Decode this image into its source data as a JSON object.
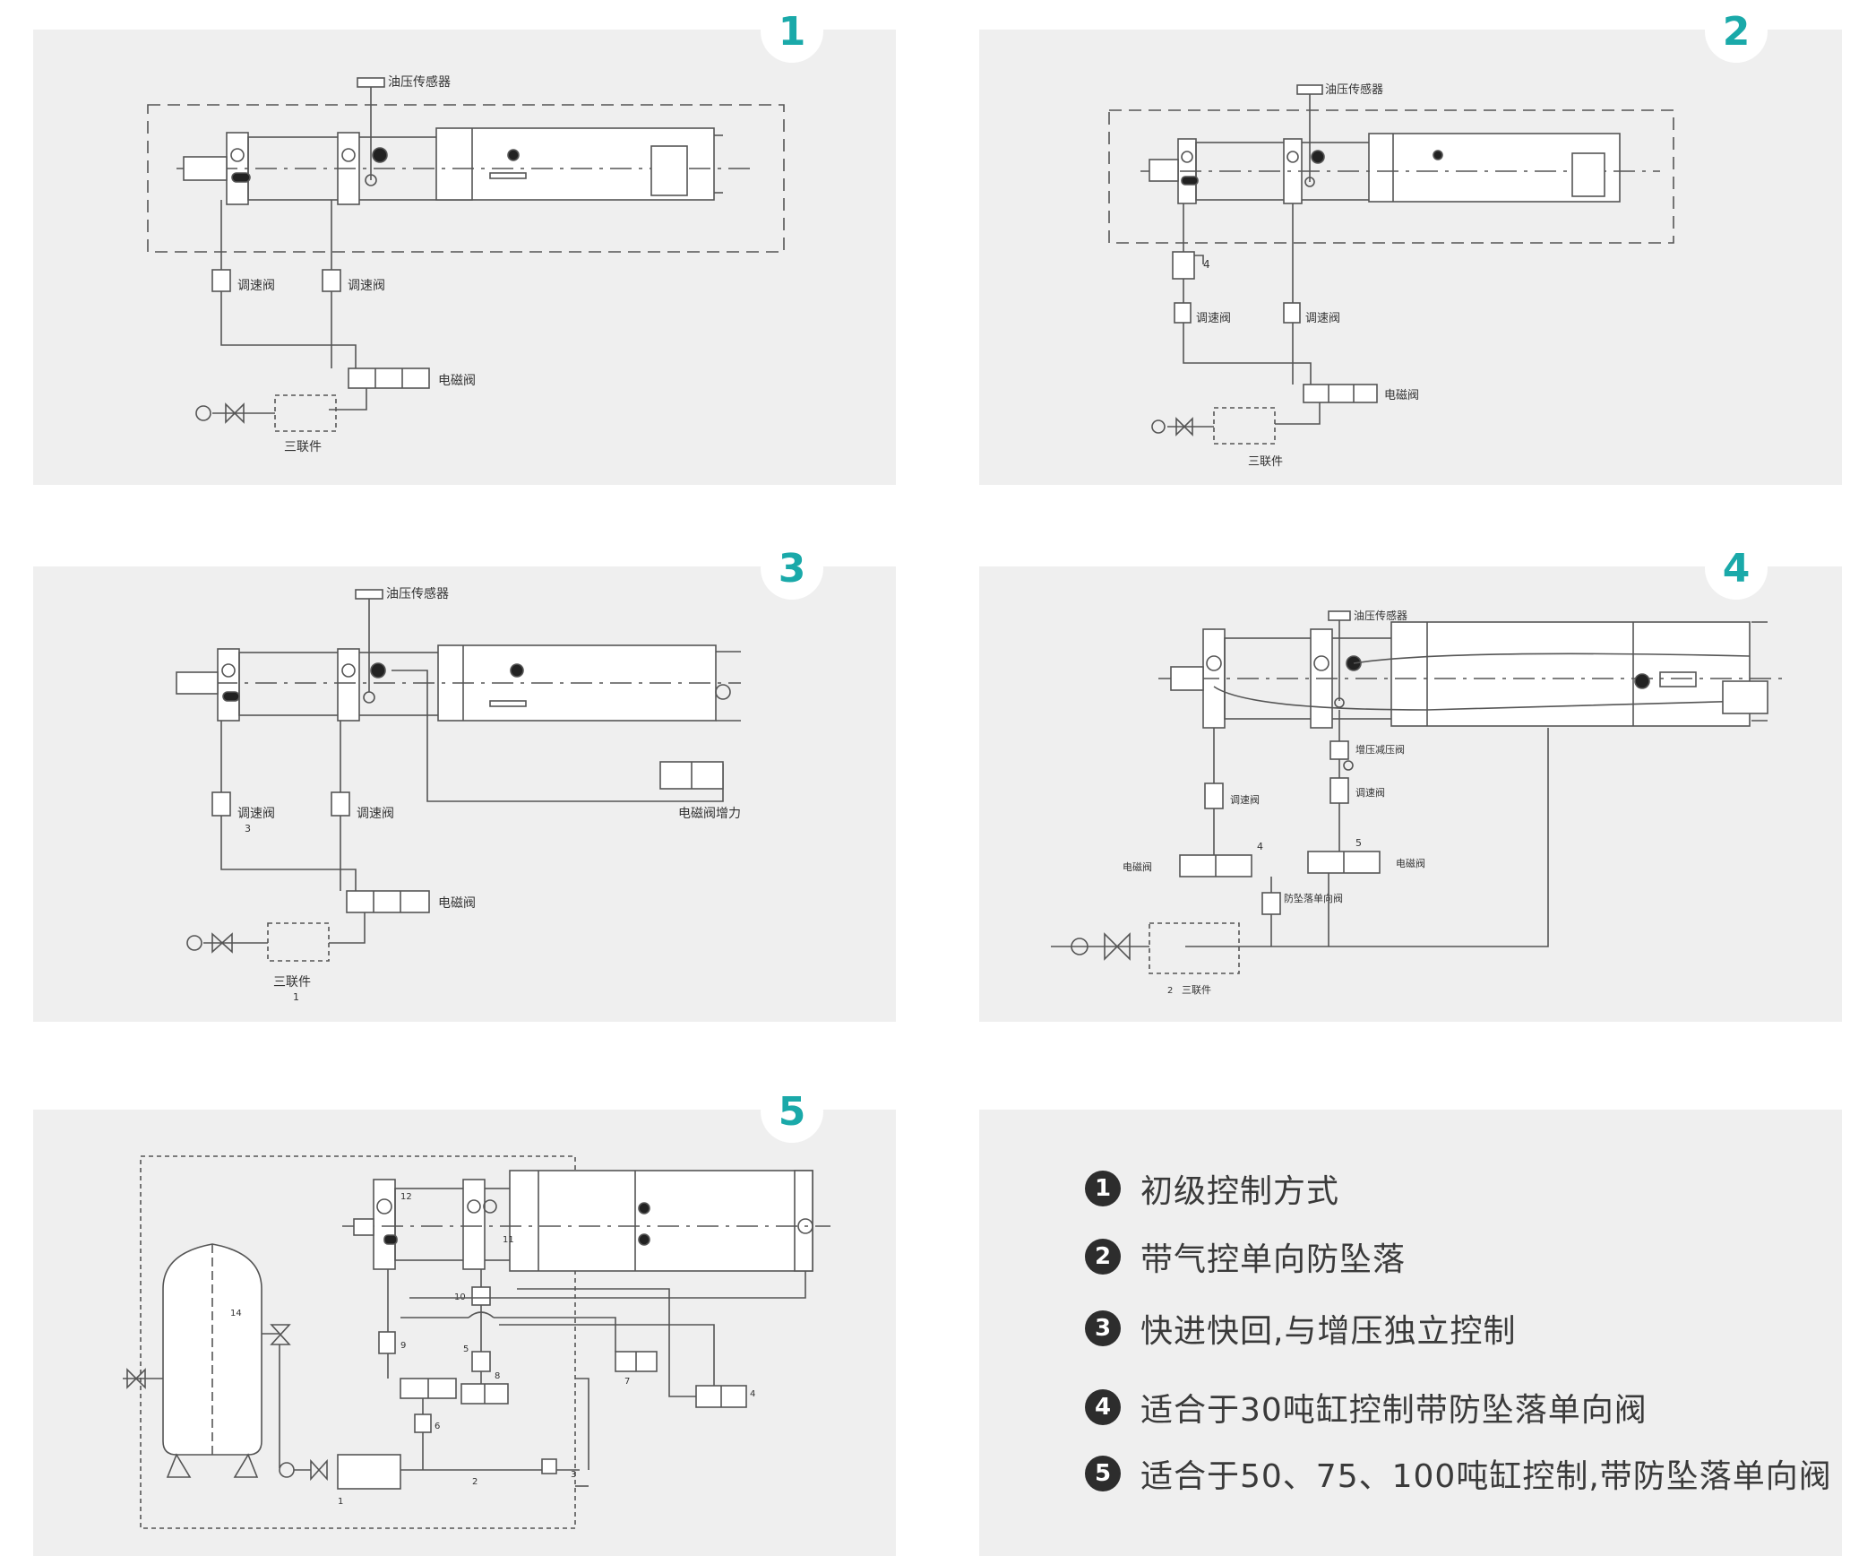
{
  "colors": {
    "panel": "#efefef",
    "accent": "#1aa9a9",
    "line": "#555555",
    "legend_dot": "#2d2d2d"
  },
  "panels": [
    {
      "number": "1",
      "labels": {
        "sensor": "油压传感器",
        "speed_a": "调速阀",
        "speed_b": "调速阀",
        "solenoid": "电磁阀",
        "frl": "三联件"
      }
    },
    {
      "number": "2",
      "labels": {
        "sensor": "油压传感器",
        "speed_a": "调速阀",
        "speed_b": "调速阀",
        "solenoid": "电磁阀",
        "frl": "三联件",
        "check": "4"
      }
    },
    {
      "number": "3",
      "labels": {
        "sensor": "油压传感器",
        "speed_a": "调速阀",
        "speed_b": "调速阀",
        "solenoid": "电磁阀",
        "frl": "三联件",
        "boost_solenoid": "电磁阀增力",
        "num_a": "3",
        "num_b": "1"
      }
    },
    {
      "number": "4",
      "labels": {
        "sensor": "油压传感器",
        "booster": "增压减压阀",
        "speed_a": "调速阀",
        "speed_b": "调速阀",
        "solenoid_a": "电磁阀",
        "solenoid_b": "电磁阀",
        "anti_drop": "防坠落单向阀",
        "frl": "三联件",
        "num_frl": "2",
        "num_a": "4",
        "num_b": "5"
      }
    },
    {
      "number": "5",
      "labels": {
        "n14": "14",
        "n12": "12",
        "n11": "11",
        "n10": "10",
        "n9": "9",
        "n8": "8",
        "n7": "7",
        "n6": "6",
        "n5": "5",
        "n4": "4",
        "n3": "3",
        "n2": "2",
        "n1": "1"
      }
    }
  ],
  "legend": [
    {
      "num": "1",
      "text": "初级控制方式"
    },
    {
      "num": "2",
      "text": "带气控单向防坠落"
    },
    {
      "num": "3",
      "text": "快进快回,与增压独立控制"
    },
    {
      "num": "4",
      "text": "适合于30吨缸控制带防坠落单向阀"
    },
    {
      "num": "5",
      "text": "适合于50、75、100吨缸控制,带防坠落单向阀"
    }
  ]
}
